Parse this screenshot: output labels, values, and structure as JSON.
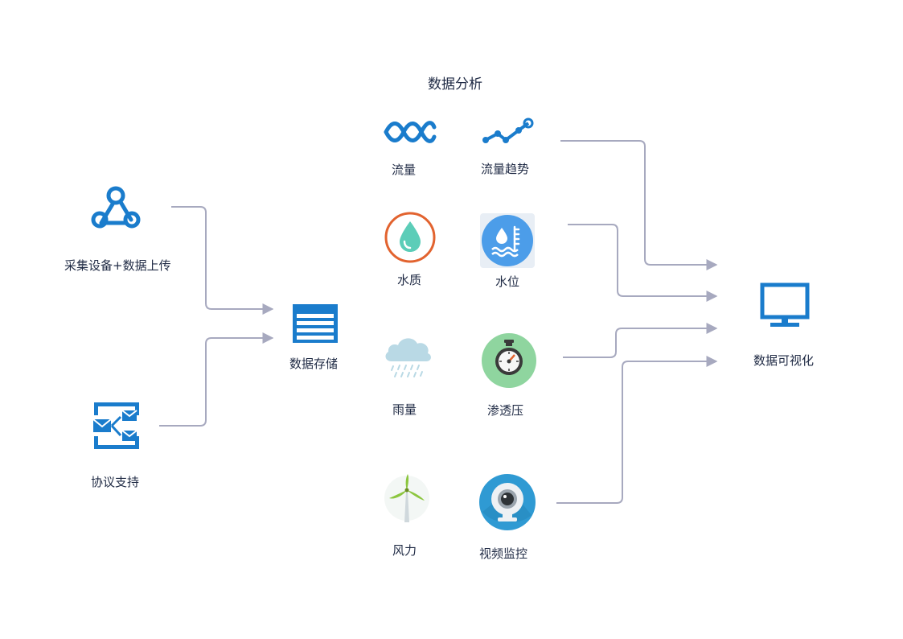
{
  "title": "数据分析",
  "colors": {
    "primary_blue": "#1a7ccc",
    "connector": "#a7a9bf",
    "text": "#1f2a44",
    "water_quality_ring": "#e2632f",
    "water_quality_fill": "#5ccdb8",
    "water_level_bg": "#4c9de9",
    "seepage_bg": "#8fd59f",
    "camera_bg": "#2f9ad3"
  },
  "left": {
    "collection": {
      "label": "采集设备+数据上传",
      "icon": "webhook-icon"
    },
    "protocol": {
      "label": "协议支持",
      "icon": "mail-exchange-icon"
    },
    "storage": {
      "label": "数据存储",
      "icon": "table-storage-icon"
    }
  },
  "analysis_items": [
    {
      "label": "流量",
      "icon": "flow-wave-icon"
    },
    {
      "label": "流量趋势",
      "icon": "trend-line-icon"
    },
    {
      "label": "水质",
      "icon": "water-drop-icon"
    },
    {
      "label": "水位",
      "icon": "water-level-icon"
    },
    {
      "label": "雨量",
      "icon": "rain-cloud-icon"
    },
    {
      "label": "渗透压",
      "icon": "stopwatch-icon"
    },
    {
      "label": "风力",
      "icon": "wind-turbine-icon"
    },
    {
      "label": "视频监控",
      "icon": "webcam-icon"
    }
  ],
  "output": {
    "label": "数据可视化",
    "icon": "monitor-icon"
  }
}
